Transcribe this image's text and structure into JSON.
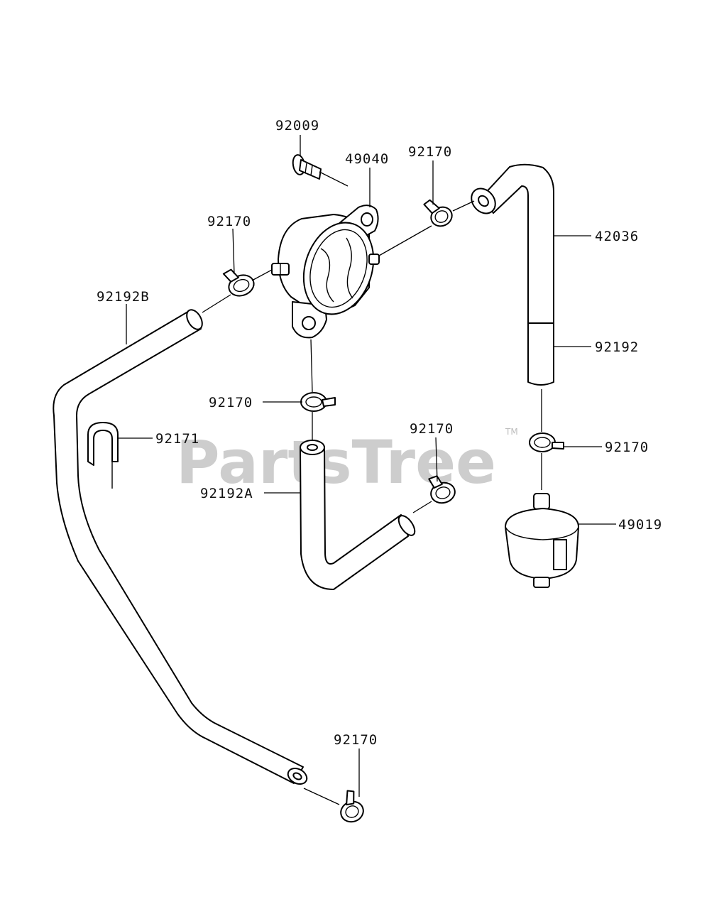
{
  "watermark": {
    "text": "PartsTree",
    "trademark": "TM"
  },
  "callouts": {
    "screw": "92009",
    "fuel_pump": "49040",
    "clamp_top_right": "92170",
    "elbow_hose": "42036",
    "hose_right": "92192",
    "clamp_right": "92170",
    "fuel_filter": "49019",
    "clamp_left": "92170",
    "hose_long": "92192B",
    "clamp_center": "92170",
    "clip": "92171",
    "clamp_mid_right": "92170",
    "hose_mid": "92192A",
    "clamp_bottom": "92170"
  }
}
